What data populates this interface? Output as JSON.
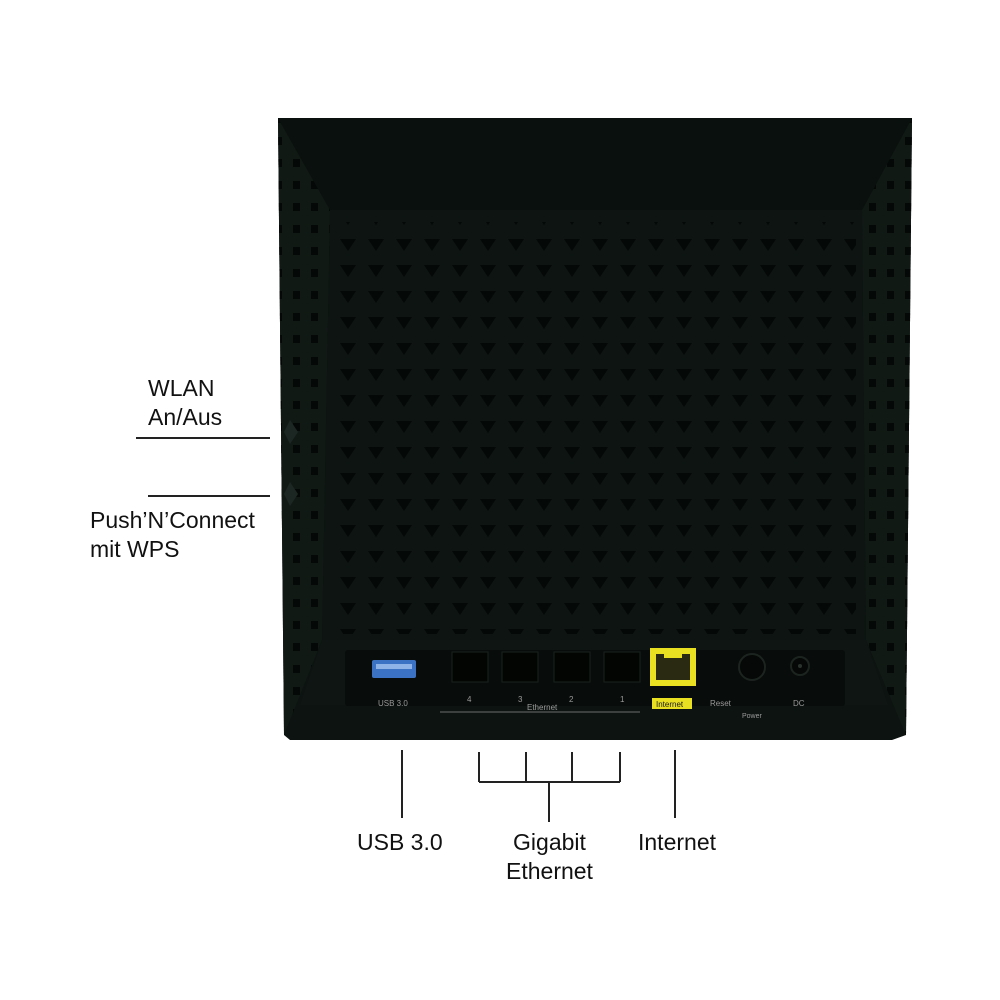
{
  "annotations": {
    "wlan_line1": "WLAN",
    "wlan_line2": "An/Aus",
    "wps_line1": "Push’N’Connect",
    "wps_line2": "mit WPS",
    "usb": "USB 3.0",
    "ethernet_line1": "Gigabit",
    "ethernet_line2": "Ethernet",
    "internet": "Internet"
  },
  "panel_labels": {
    "usb": "USB 3.0",
    "port4": "4",
    "port3": "3",
    "port2": "2",
    "port1": "1",
    "ethernet": "Ethernet",
    "internet": "Internet",
    "reset": "Reset",
    "power": "Power",
    "dc": "DC"
  },
  "colors": {
    "router_body": "#0c1310",
    "internet_port": "#e8e020",
    "usb_port": "#3b72c4"
  }
}
